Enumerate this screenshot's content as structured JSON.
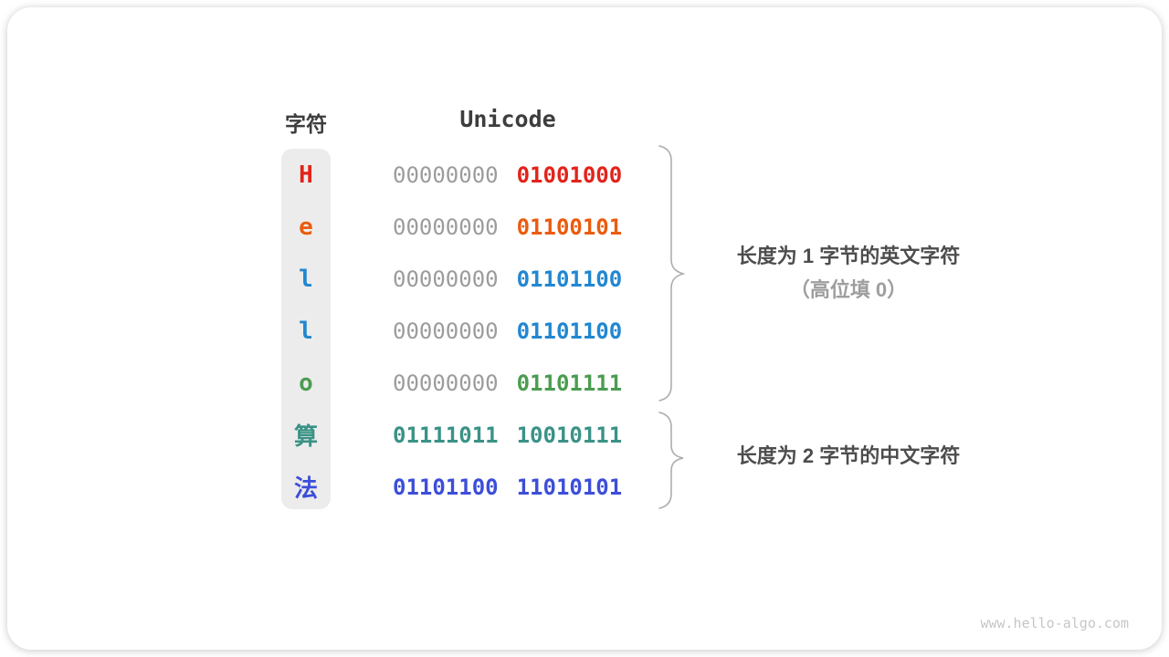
{
  "figure": {
    "char_header": "字符",
    "code_header": "Unicode",
    "rows": [
      {
        "char": "H",
        "color": "#e2231a",
        "byte1": "00000000",
        "byte2": "01001000"
      },
      {
        "char": "e",
        "color": "#ea5c0e",
        "byte1": "00000000",
        "byte2": "01100101"
      },
      {
        "char": "l",
        "color": "#2287d1",
        "byte1": "00000000",
        "byte2": "01101100"
      },
      {
        "char": "l",
        "color": "#2287d1",
        "byte1": "00000000",
        "byte2": "01101100"
      },
      {
        "char": "o",
        "color": "#4b9c50",
        "byte1": "00000000",
        "byte2": "01101111"
      },
      {
        "char": "算",
        "color": "#3a9286",
        "byte1": "01111011",
        "byte2": "10010111"
      },
      {
        "char": "法",
        "color": "#3c4ed9",
        "byte1": "01101100",
        "byte2": "11010101"
      }
    ],
    "annotations": [
      {
        "line1": "长度为 1 字节的英文字符",
        "line2": "（高位填 0）"
      },
      {
        "line1": "长度为 2 字节的中文字符"
      }
    ],
    "watermark": "www.hello-algo.com"
  },
  "colors": {
    "dim_binary": "#9c9c9c",
    "header_text": "#3d3d3d",
    "label_dark": "#4d4d4d",
    "label_light": "#9e9e9e",
    "brace": "#adadad",
    "column_bg": "#ececec",
    "watermark": "#c6c6c6"
  }
}
